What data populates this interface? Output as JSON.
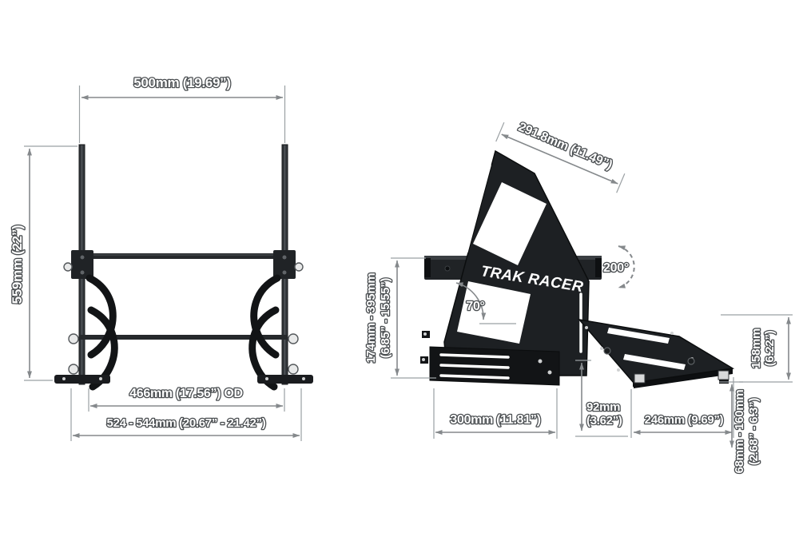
{
  "brand": {
    "logo": "TRAK RACER"
  },
  "colors": {
    "background": "#ffffff",
    "dimension_line": "#85898c",
    "text_core": "#ffffff",
    "text_outline": "#4a4e51",
    "product_dark": "#1d2023",
    "product_mid": "#33373b",
    "knob": "#e8e9e9"
  },
  "front_view": {
    "top_width": "500mm (19.69”)",
    "left_height": "559mm (22”)",
    "inner_width": "466mm (17.56”) OD",
    "outer_width": "524 - 544mm (20.67” - 21.42”)"
  },
  "side_view": {
    "top_edge": "291.8mm (11.49”)",
    "height_range": "174mm - 395mm",
    "height_range_in": "(6.85” - 15.55”)",
    "tilt_angle": "70°",
    "rotation_angle": "200°",
    "base_width": "300mm (11.81”)"
  },
  "base_plate": {
    "front_height": "92mm",
    "front_height_in": "(3.62”)",
    "depth": "246mm (9.69”)",
    "rear_height": "158mm",
    "rear_height_in": "(6.22”)",
    "adjust_height": "68mm - 160mm",
    "adjust_height_in": "(2.68” - 6.3”)"
  }
}
